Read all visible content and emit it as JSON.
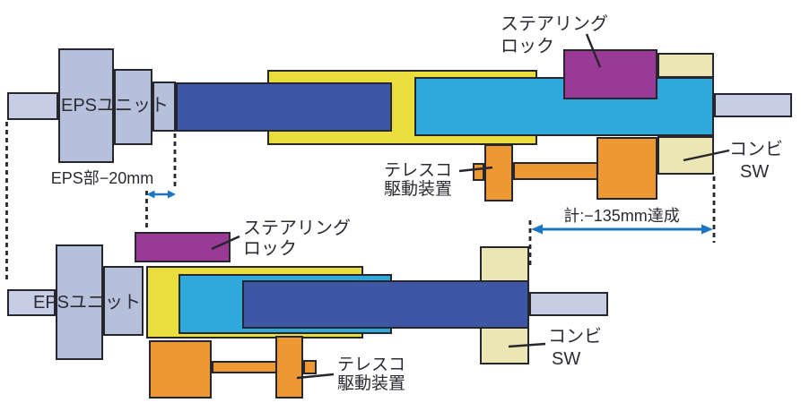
{
  "colors": {
    "background": "#ffffff",
    "shaft_gray": "#c6cde4",
    "block_gray": "#b7c0db",
    "inner_shaft_blue": "#3d57a5",
    "tube_cyan": "#2fa8db",
    "tube_yellow": "#e9de3b",
    "lock_purple": "#9a3a96",
    "drive_orange": "#ee9833",
    "switch_cream": "#ece6b4",
    "outline_dark": "#26262e",
    "label_text": "#2b2b33",
    "dimension_blue": "#1b75c0"
  },
  "labels": {
    "eps_unit": "EPSユニット",
    "steering_lock_line1": "ステアリング",
    "steering_lock_line2": "ロック",
    "telesco_drive_line1": "テレスコ",
    "telesco_drive_line2": "駆動装置",
    "combi_sw_line1": "コンビ",
    "combi_sw_line2": "SW"
  },
  "annotations": {
    "eps_reduction": "EPS部−20mm",
    "total_reduction": "計:−135mm達成"
  }
}
